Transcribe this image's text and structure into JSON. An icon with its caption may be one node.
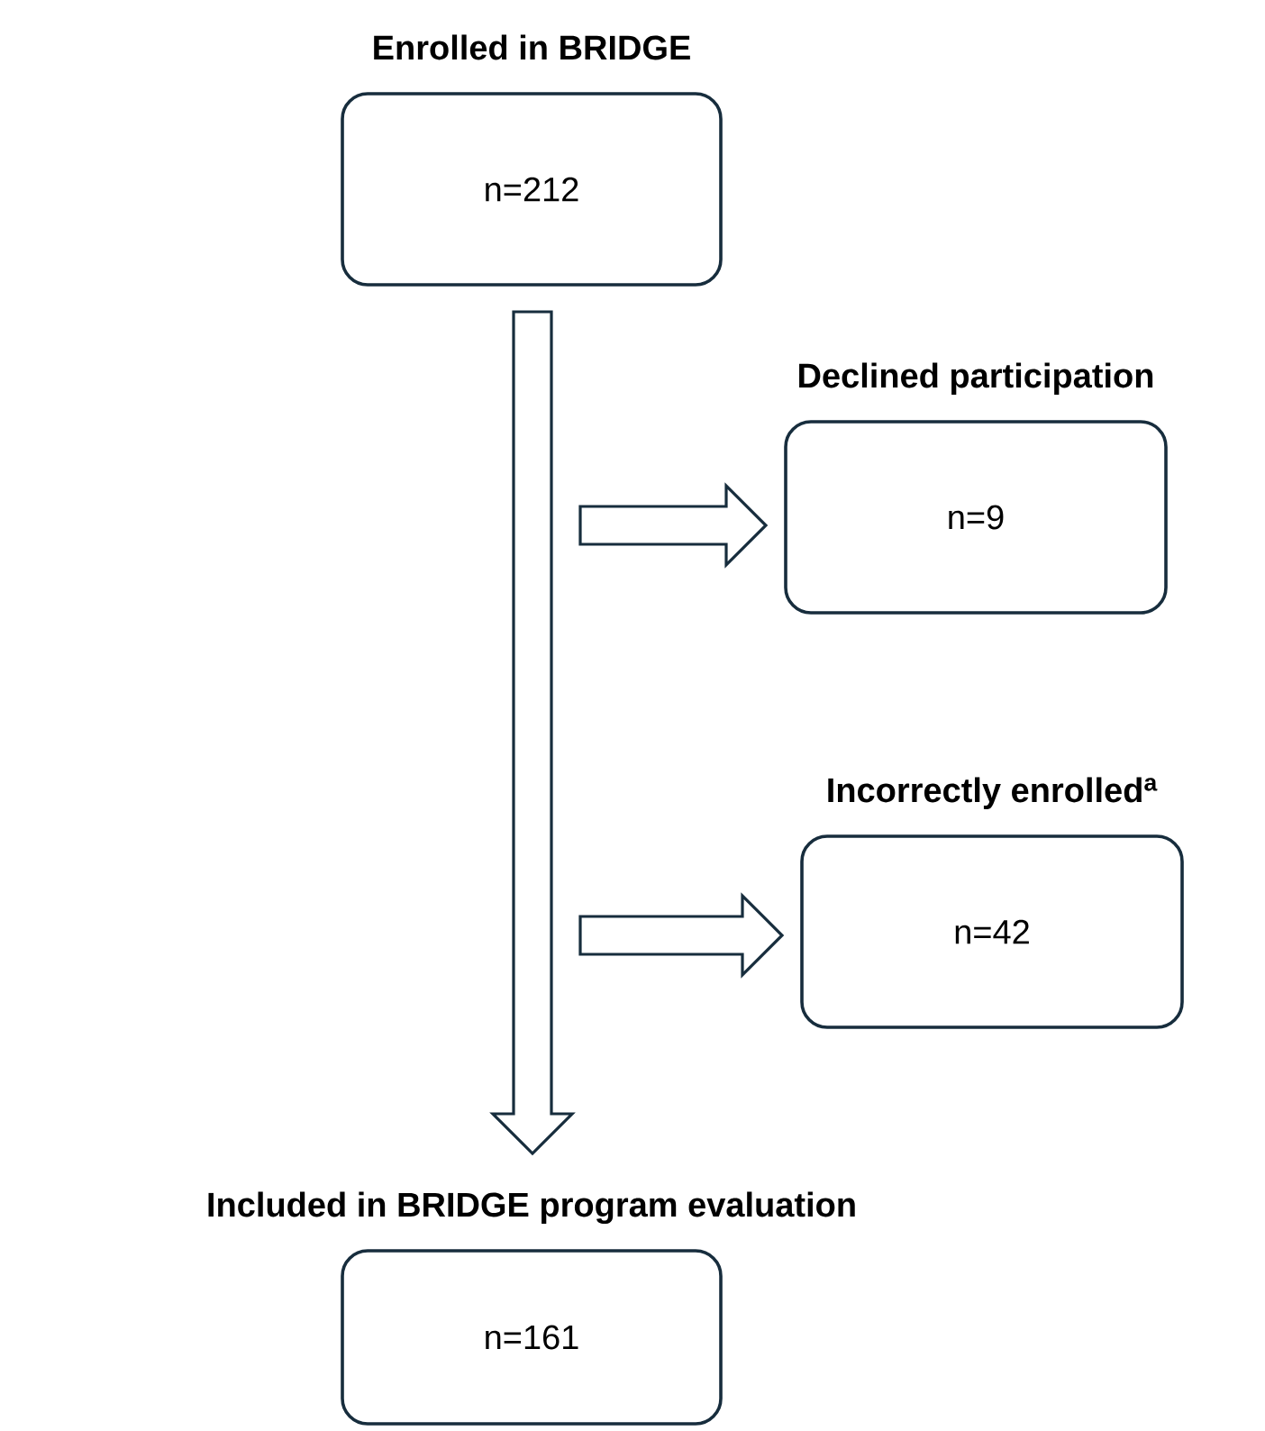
{
  "diagram": {
    "nodes": [
      {
        "text": [
          "Enrolled in BRIDGE",
          "n=212"
        ]
      },
      {
        "text": [
          "Declined participation",
          "n=9"
        ]
      },
      {
        "text": [
          "Incorrectly enrolled$^{a}$",
          "n=42"
        ]
      },
      {
        "text": [
          "Included in BRIDGE program evaluation",
          "n=161"
        ]
      }
    ],
    "edges": [
      {
        "from": 0,
        "to": 3,
        "arrow": "to"
      },
      {
        "from": null,
        "to": 1,
        "arrow": "to"
      },
      {
        "from": null,
        "to": 2,
        "arrow": "to"
      }
    ]
  }
}
